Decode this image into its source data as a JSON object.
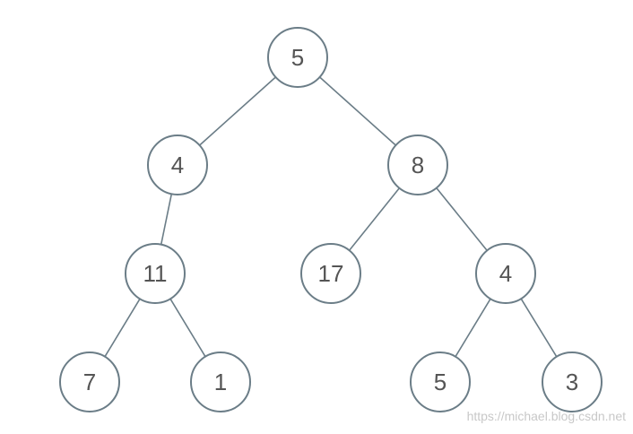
{
  "tree": {
    "nodes": [
      {
        "id": "n0",
        "label": "5"
      },
      {
        "id": "n1",
        "label": "4"
      },
      {
        "id": "n2",
        "label": "8"
      },
      {
        "id": "n3",
        "label": "11"
      },
      {
        "id": "n4",
        "label": "17"
      },
      {
        "id": "n5",
        "label": "4"
      },
      {
        "id": "n6",
        "label": "7"
      },
      {
        "id": "n7",
        "label": "1"
      },
      {
        "id": "n8",
        "label": "5"
      },
      {
        "id": "n9",
        "label": "3"
      }
    ],
    "edges": [
      [
        "n0",
        "n1"
      ],
      [
        "n0",
        "n2"
      ],
      [
        "n1",
        "n3"
      ],
      [
        "n2",
        "n4"
      ],
      [
        "n2",
        "n5"
      ],
      [
        "n3",
        "n6"
      ],
      [
        "n3",
        "n7"
      ],
      [
        "n5",
        "n8"
      ],
      [
        "n5",
        "n9"
      ]
    ]
  },
  "colors": {
    "stroke": "#6b7d87",
    "text": "#555555",
    "watermark": "#c8c8c8"
  },
  "watermark": "https://michael.blog.csdn.net"
}
